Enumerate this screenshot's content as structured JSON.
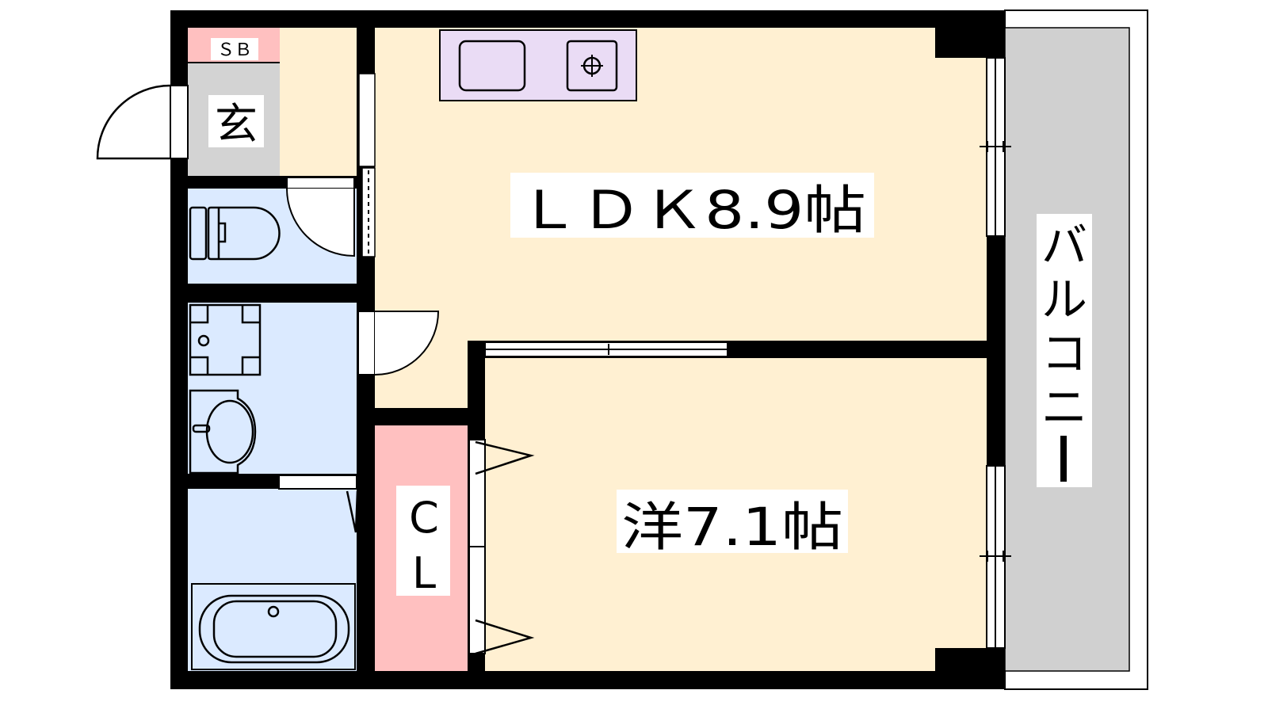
{
  "rooms": {
    "ldk": "ＬＤＫ8.9帖",
    "western": "洋7.1帖",
    "closet_c": "C",
    "closet_l": "L",
    "entrance": "玄",
    "shoe_box": "ＳＢ",
    "balcony": [
      "バ",
      "ル",
      "コ",
      "ニ",
      "ー"
    ]
  },
  "colors": {
    "living": "#fff0d2",
    "wet": "#dbeaff",
    "storage": "#ffc0c0",
    "entrance": "#d3d3d3",
    "kitchen": "#eadcf5",
    "balcony": "#d0d0d0"
  }
}
